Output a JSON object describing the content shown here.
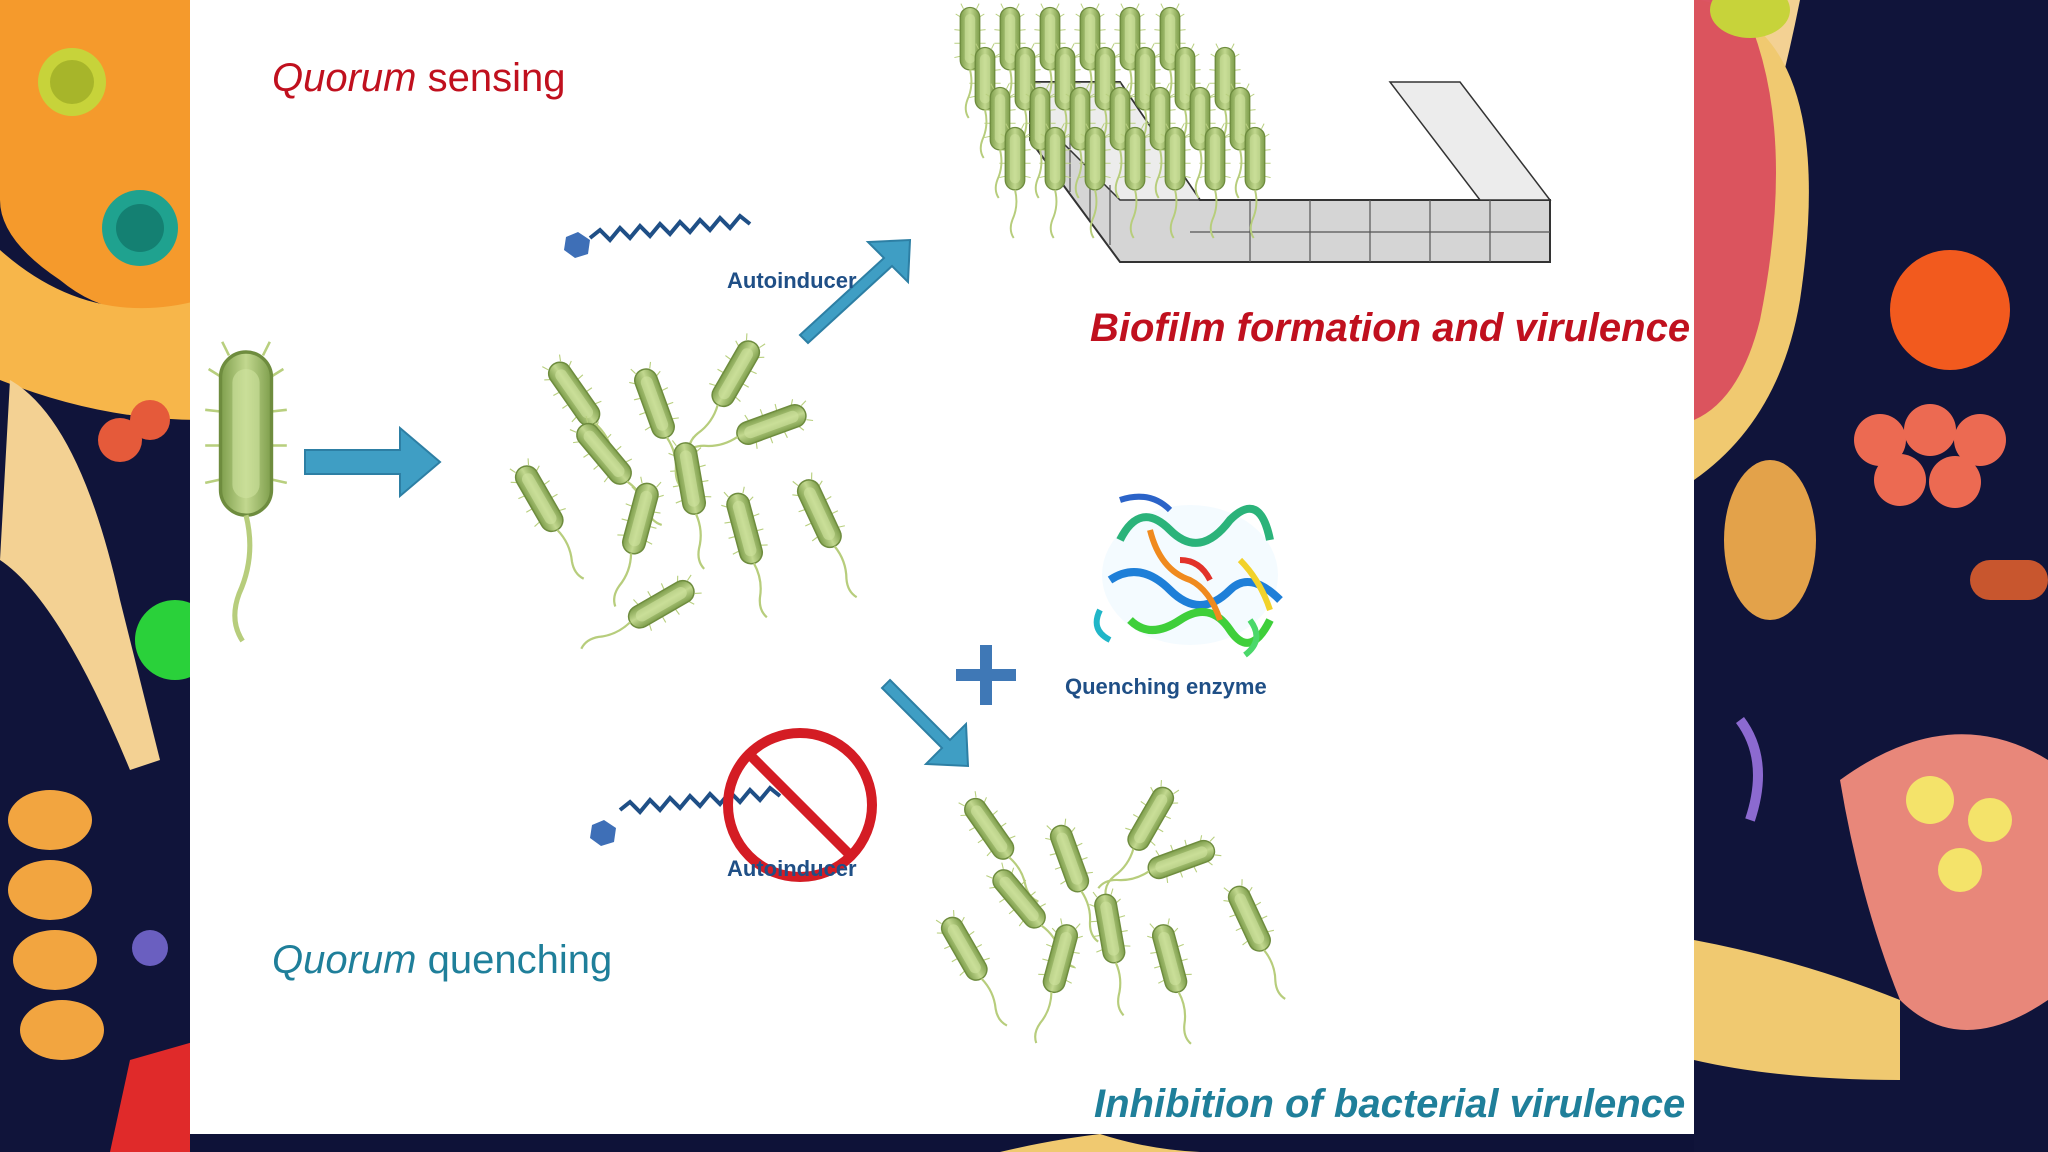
{
  "diagram": {
    "sensing_title_italic": "Quorum",
    "sensing_title_rest": " sensing",
    "quenching_title_italic": "Quorum",
    "quenching_title_rest": " quenching",
    "autoinducer_label": "Autoinducer",
    "blocked_autoinducer_label": "Autoinducer",
    "enzyme_label": "Quenching enzyme",
    "biofilm_outcome": "Biofilm formation and virulence",
    "inhibition_outcome": "Inhibition of bacterial virulence"
  },
  "colors": {
    "arrow": "#3f9ec4",
    "sensing_text": "#c0101e",
    "quenching_text": "#1f7f9a",
    "label_text": "#1f4f86",
    "bacterium_fill": "#a7c472",
    "prohibition_red": "#d41c24"
  },
  "icons": [
    "bacterium-icon",
    "autoinducer-molecule-icon",
    "biofilm-block-icon",
    "quenching-enzyme-icon",
    "prohibition-icon",
    "plus-icon",
    "arrow-icon"
  ]
}
